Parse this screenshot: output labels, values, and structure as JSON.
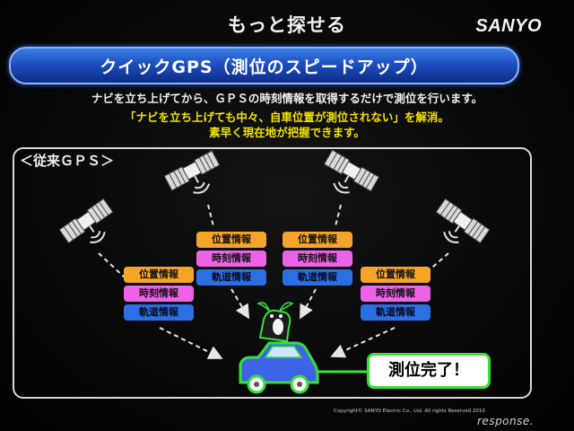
{
  "header": {
    "title": "もっと探せる",
    "brand": "SANYO"
  },
  "banner": {
    "text": "クイックGPS（測位のスピードアップ）"
  },
  "description": {
    "line1": "ナビを立ち上げてから、ＧＰＳの時刻情報を取得するだけで測位を行います。",
    "line2": "「ナビを立ち上げても中々、自車位置が測位されない」を解消。",
    "line3": "素早く現在地が把握できます。"
  },
  "diagram": {
    "label": "＜従来ＧＰＳ＞",
    "info_boxes": [
      {
        "position": "位置情報",
        "time": "時刻情報",
        "orbit": "軌道情報"
      },
      {
        "position": "位置情報",
        "time": "時刻情報",
        "orbit": "軌道情報"
      },
      {
        "position": "位置情報",
        "time": "時刻情報",
        "orbit": "軌道情報"
      },
      {
        "position": "位置情報",
        "time": "時刻情報",
        "orbit": "軌道情報"
      }
    ],
    "result": "測位完了！"
  },
  "footer": {
    "copyright": "Copyright© SANYO Electric Co., Ltd. All rights Reserved 2010",
    "watermark": "response."
  },
  "colors": {
    "banner_blue": "#1d4fbf",
    "highlight_yellow": "#f2e300",
    "position_orange": "#f6a52a",
    "time_magenta": "#ec63e8",
    "orbit_blue": "#2a6fe4",
    "car_blue": "#3f63e6",
    "result_green": "#37e03a"
  }
}
